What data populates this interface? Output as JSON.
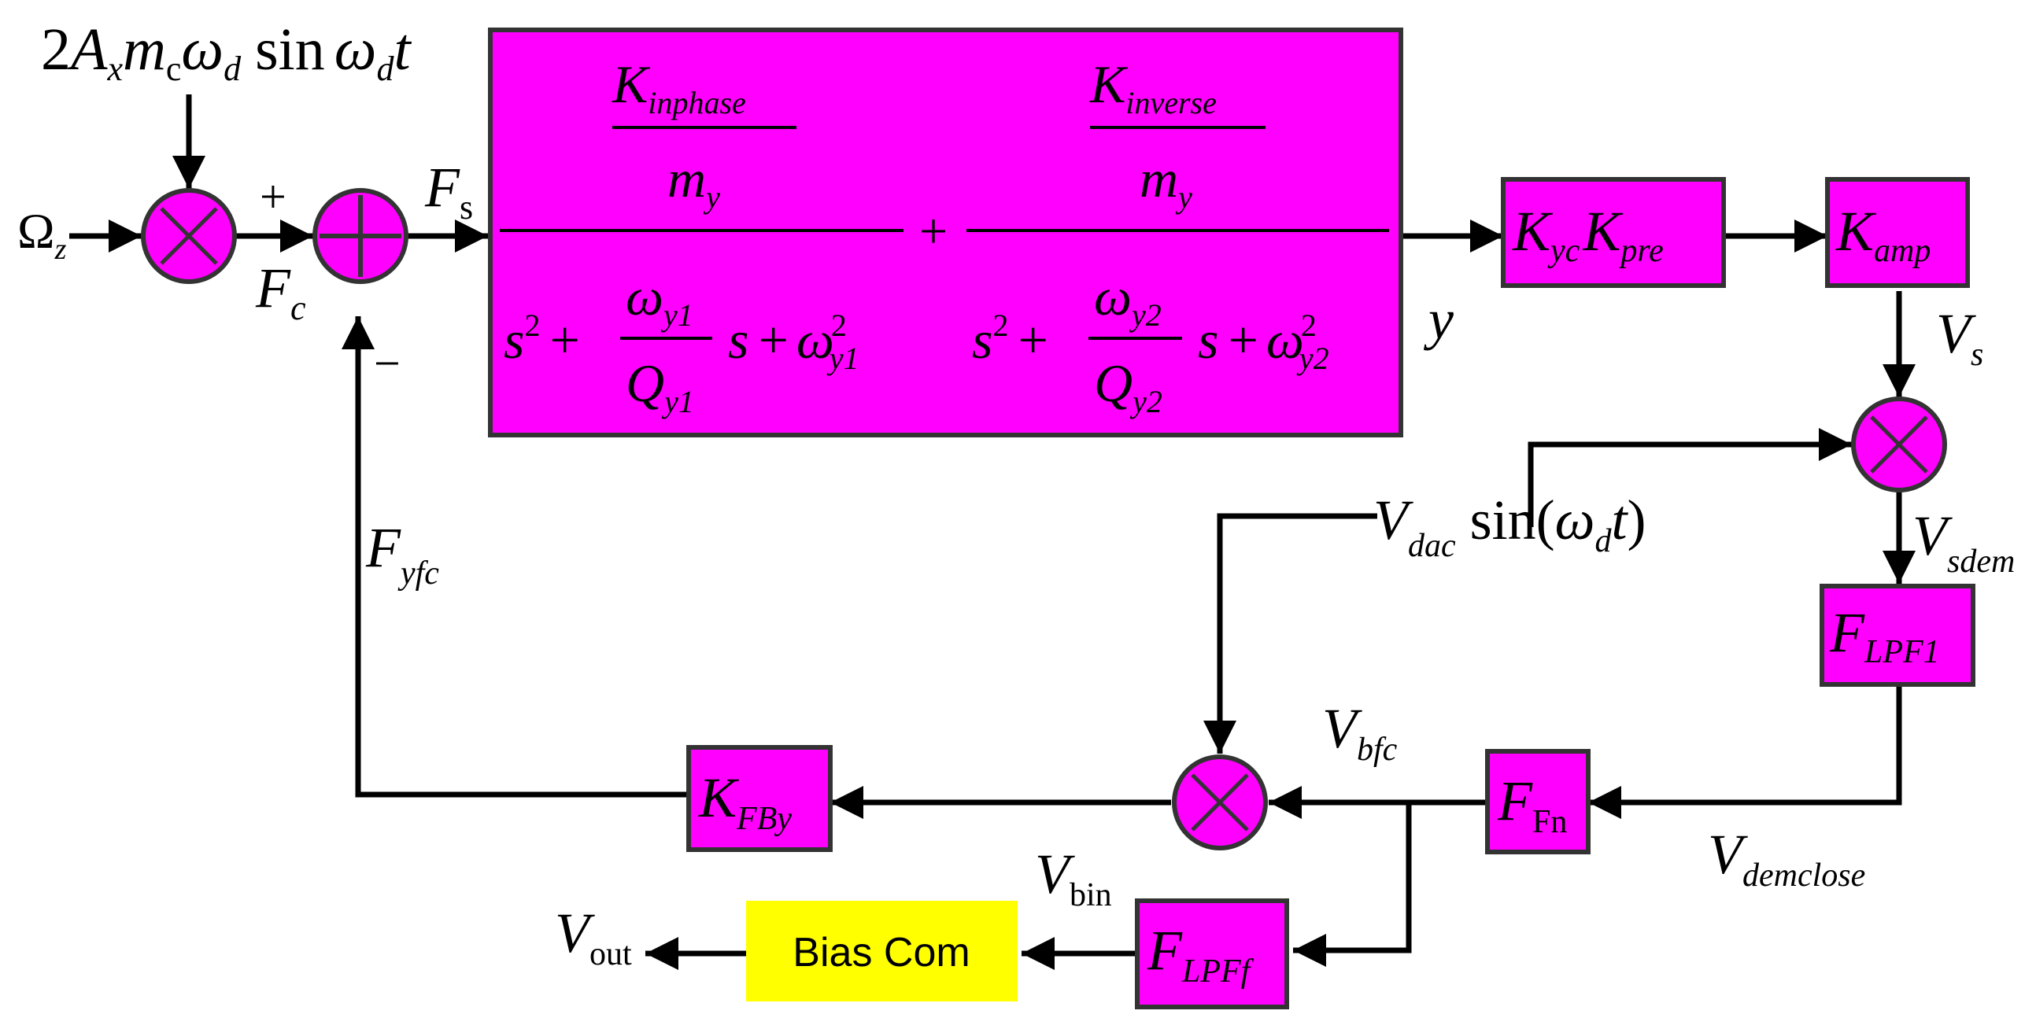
{
  "colors": {
    "block_fill": "#ff00ff",
    "bias_fill": "#ffff00",
    "line": "#000000"
  },
  "inputs": {
    "omega": "Ω",
    "omega_sub": "z",
    "drive_coef": "2",
    "drive_A": "A",
    "drive_A_sub": "x",
    "drive_m": "m",
    "drive_m_sub": "c",
    "drive_omega": "ω",
    "drive_omega_sub": "d",
    "drive_sin": "sin",
    "drive_t": "t"
  },
  "signs": {
    "plus": "+",
    "minus": "−"
  },
  "signals": {
    "Fc": "F",
    "Fc_sub": "c",
    "Fs": "F",
    "Fs_sub": "s",
    "y": "y",
    "Vs": "V",
    "Vs_sub": "s",
    "Vsdem": "V",
    "Vsdem_sub": "sdem",
    "Vdac": "V",
    "Vdac_sub": "dac",
    "Vdac_sin": "sin(",
    "Vdac_omega": "ω",
    "Vdac_omega_sub": "d",
    "Vdac_t": "t",
    "Vdac_close": ")",
    "Vbfc": "V",
    "Vbfc_sub": "bfc",
    "Vdemclose": "V",
    "Vdemclose_sub": "demclose",
    "Vbin": "V",
    "Vbin_sub": "bin",
    "Vout": "V",
    "Vout_sub": "out",
    "Fyfc": "F",
    "Fyfc_sub": "yfc"
  },
  "plant": {
    "num1_K": "K",
    "num1_K_sub": "inphase",
    "num2_K": "K",
    "num2_K_sub": "inverse",
    "m": "m",
    "m_sub": "y",
    "plus": "+",
    "den_s": "s",
    "den_s_exp": "2",
    "den_plus1": "+",
    "den_plus2": "+",
    "den_s2": "s",
    "den_omega": "ω",
    "den1_omega_sub": "y1",
    "den1_Q": "Q",
    "den1_Q_sub": "y1",
    "den1_sq_sub": "y1",
    "den_sq": "2",
    "den2_omega_sub": "y2",
    "den2_Q": "Q",
    "den2_Q_sub": "y2",
    "den2_sq_sub": "y2"
  },
  "blocks": {
    "kyc_K1": "K",
    "kyc_sub1": "yc",
    "kyc_K2": "K",
    "kyc_sub2": "pre",
    "kamp_K": "K",
    "kamp_sub": "amp",
    "flpf1_F": "F",
    "flpf1_sub": "LPF1",
    "ffn_F": "F",
    "ffn_sub": "Fn",
    "kfby_K": "K",
    "kfby_sub": "FBy",
    "flpff_F": "F",
    "flpff_sub": "LPFf",
    "bias": "Bias Com"
  }
}
